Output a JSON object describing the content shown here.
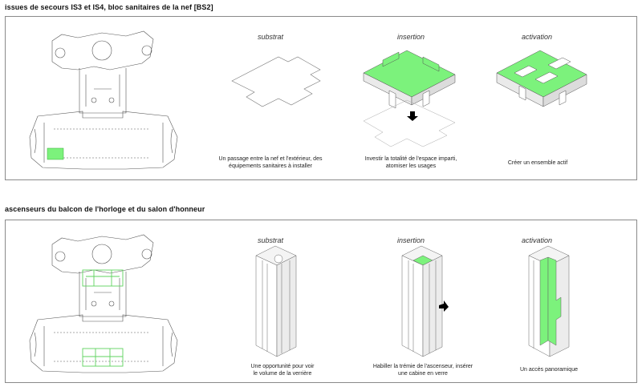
{
  "sections": [
    {
      "title": "issues de secours IS3 et IS4, bloc sanitaires de la nef [BS2]",
      "columns": [
        {
          "heading": "substrat",
          "caption_lines": [
            "Un passage entre la nef et l'extérieur, des",
            "équipements sanitaires à installer"
          ]
        },
        {
          "heading": "insertion",
          "caption_lines": [
            "Investir la totalité de l'espace imparti,",
            "atomiser les usages"
          ]
        },
        {
          "heading": "activation",
          "caption_lines": [
            "Créer un ensemble actif"
          ]
        }
      ]
    },
    {
      "title": "ascenseurs du balcon de l'horloge et du salon d'honneur",
      "columns": [
        {
          "heading": "substrat",
          "caption_lines": [
            "Une opportunité pour voir",
            "le volume de la verrière"
          ]
        },
        {
          "heading": "insertion",
          "caption_lines": [
            "Habiller la trémie de l'ascenseur, insérer",
            "une cabine en verre"
          ]
        },
        {
          "heading": "activation",
          "caption_lines": [
            "Un accès panoramique"
          ]
        }
      ]
    }
  ],
  "colors": {
    "highlight": "#7cf27c",
    "line": "#555555",
    "border": "#8a8a8a"
  }
}
